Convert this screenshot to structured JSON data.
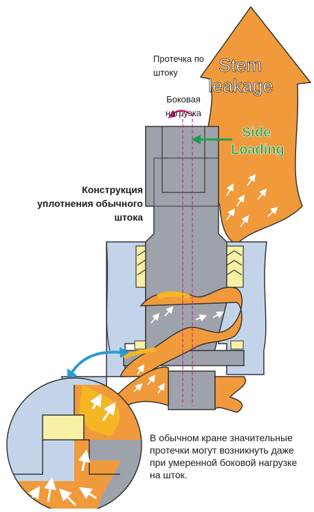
{
  "labels": {
    "stem_leakage_ru": "Протечка по штоку",
    "side_loading_ru": "Боковая нагрузка",
    "title": "Конструкция уплотнения обычного штока",
    "caption": "В обычном кране значительные протечки могут возникнуть даже при умеренной боковой нагрузке на шток.",
    "stem_leakage_en_1": "Stem",
    "stem_leakage_en_2": "leakage",
    "side_loading_en_1": "Side",
    "side_loading_en_2": "Loading"
  },
  "colors": {
    "leak_orange": "#f09a3c",
    "leak_yellow": "#f5b624",
    "body_blue": "#c3d4ea",
    "stem_gray": "#9ea3ab",
    "packing_yellow": "#f7f0a5",
    "side_green": "#1ba04a",
    "detail_arrow_blue": "#2a9ad6",
    "axis_magenta": "#d6218a"
  },
  "icons": [
    "big-leakage-arrow-icon",
    "side-loading-arrow-icon",
    "rotation-arrow-icon",
    "double-headed-arrow-icon",
    "flow-arrow-icon"
  ]
}
